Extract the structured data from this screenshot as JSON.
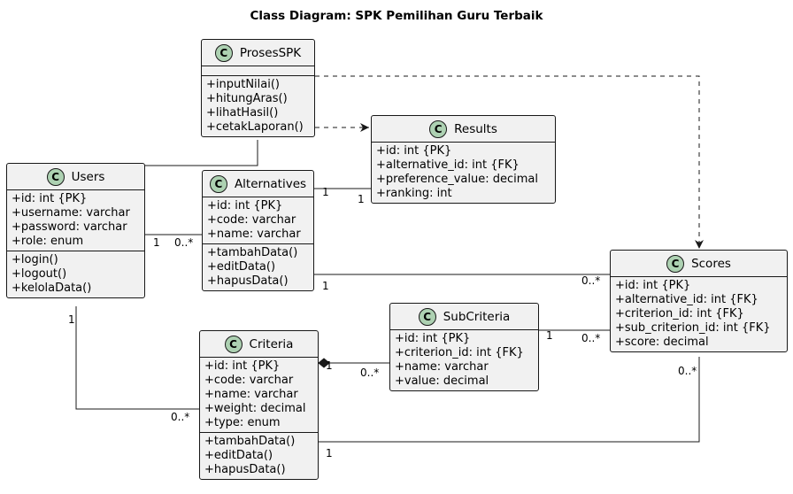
{
  "title": "Class Diagram: SPK Pemilihan Guru Terbaik",
  "class_badge": "C",
  "classes": {
    "prosesspk": {
      "name": "ProsesSPK",
      "attributes": [],
      "methods": [
        "+inputNilai()",
        "+hitungAras()",
        "+lihatHasil()",
        "+cetakLaporan()"
      ]
    },
    "results": {
      "name": "Results",
      "attributes": [
        "+id: int {PK}",
        "+alternative_id: int {FK}",
        "+preference_value: decimal",
        "+ranking: int"
      ]
    },
    "users": {
      "name": "Users",
      "attributes": [
        "+id: int {PK}",
        "+username: varchar",
        "+password: varchar",
        "+role: enum"
      ],
      "methods": [
        "+login()",
        "+logout()",
        "+kelolaData()"
      ]
    },
    "alternatives": {
      "name": "Alternatives",
      "attributes": [
        "+id: int {PK}",
        "+code: varchar",
        "+name: varchar"
      ],
      "methods": [
        "+tambahData()",
        "+editData()",
        "+hapusData()"
      ]
    },
    "scores": {
      "name": "Scores",
      "attributes": [
        "+id: int {PK}",
        "+alternative_id: int {FK}",
        "+criterion_id: int {FK}",
        "+sub_criterion_id: int {FK}",
        "+score: decimal"
      ]
    },
    "subcriteria": {
      "name": "SubCriteria",
      "attributes": [
        "+id: int {PK}",
        "+criterion_id: int {FK}",
        "+name: varchar",
        "+value: decimal"
      ]
    },
    "criteria": {
      "name": "Criteria",
      "attributes": [
        "+id: int {PK}",
        "+code: varchar",
        "+name: varchar",
        "+weight: decimal",
        "+type: enum"
      ],
      "methods": [
        "+tambahData()",
        "+editData()",
        "+hapusData()"
      ]
    }
  },
  "multiplicities": {
    "alt_results_src": "1",
    "alt_results_dst": "1",
    "users_alt_src": "1",
    "users_alt_dst": "0..*",
    "alt_scores_src": "1",
    "alt_scores_dst": "0..*",
    "users_crit_src": "1",
    "users_crit_dst": "0..*",
    "crit_sub_src": "1",
    "crit_sub_dst": "0..*",
    "sub_scores_src": "1",
    "sub_scores_dst": "0..*",
    "crit_scores_src": "1",
    "crit_scores_dst": "0..*"
  }
}
